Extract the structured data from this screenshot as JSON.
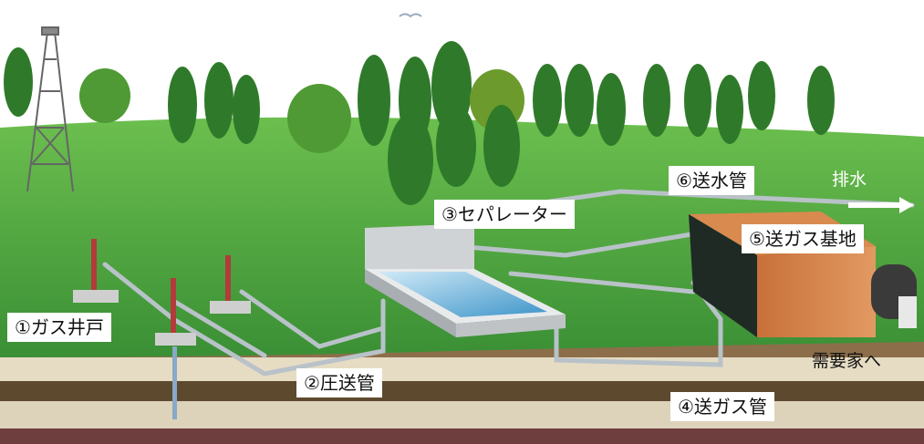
{
  "labels": {
    "gas_well": "①ガス井戸",
    "pressure_pipe": "②圧送管",
    "separator": "③セパレーター",
    "gas_pipe": "④送ガス管",
    "gas_base": "⑤送ガス基地",
    "water_pipe": "⑥送水管",
    "drainage": "排水",
    "to_consumers": "需要家へ"
  },
  "colors": {
    "grass": "#3f9a3a",
    "grass_light": "#6cbf4e",
    "soil": "#6b4a2b",
    "pipe": "#b8c2c8",
    "tree": "#2f7a2a",
    "building": "#d98a4e"
  }
}
